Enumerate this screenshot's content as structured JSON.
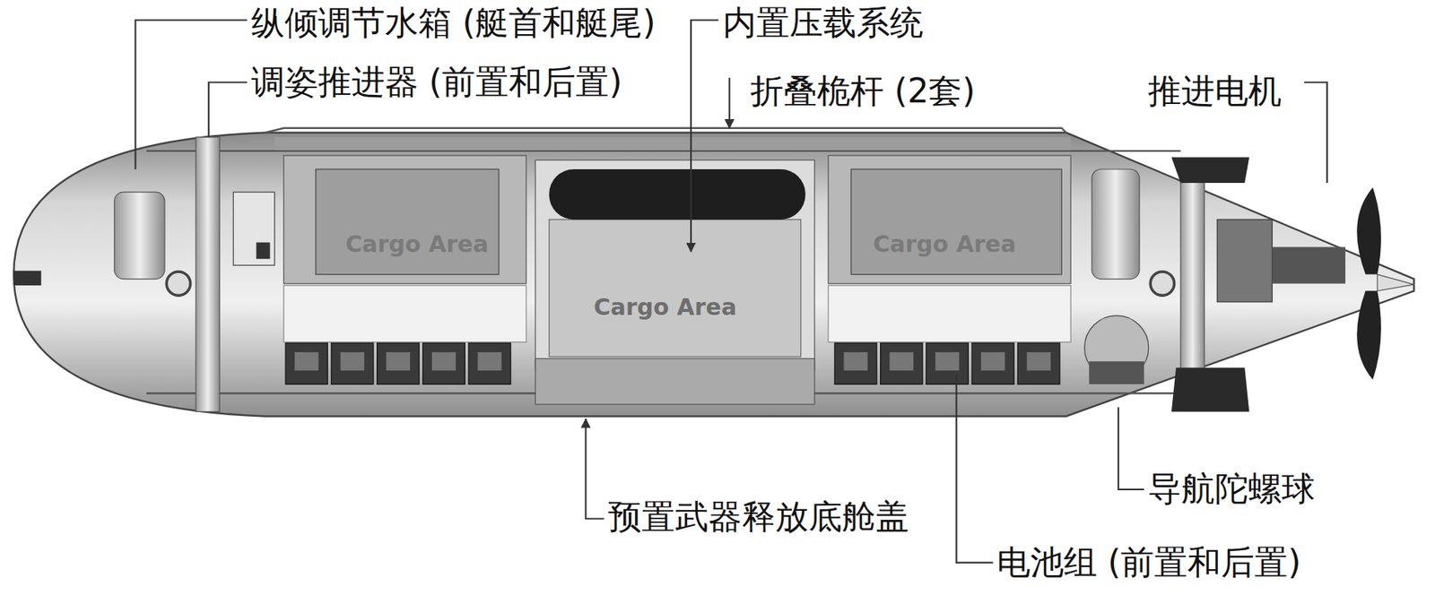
{
  "diagram": {
    "labels": [
      "纵倾调节水箱 (艇首和艇尾)",
      "内置压载系统",
      "调姿推进器 (前置和后置)",
      "折叠桅杆 (2套)",
      "推进电机",
      "Cargo Area",
      "Cargo Area",
      "Cargo Area",
      "导航陀螺球",
      "预置武器释放底舱盖",
      "电池组 (前置和后置)"
    ]
  }
}
